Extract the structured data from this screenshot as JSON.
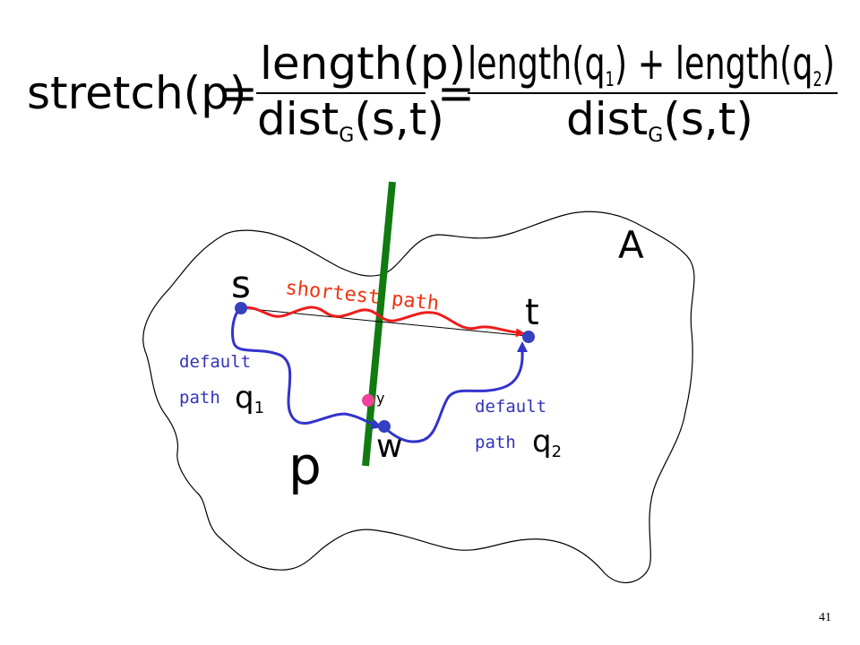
{
  "formula": {
    "lhs": "stretch(p)",
    "equals": "=",
    "frac1_num": "length(p)",
    "frac1_den_a": "dist",
    "frac1_den_sub": "G",
    "frac1_den_b": "(s,t)",
    "frac2_num_a": "length(q",
    "frac2_num_sub1": "1",
    "frac2_num_b": ") + length(q",
    "frac2_num_sub2": "2",
    "frac2_num_c": ")",
    "frac2_den_a": "dist",
    "frac2_den_sub": "G",
    "frac2_den_b": "(s,t)"
  },
  "diagram": {
    "region_label": "A",
    "node_s": "s",
    "node_t": "t",
    "node_w": "w",
    "node_y": "y",
    "path_label": "p",
    "shortest_label": "shortest path",
    "q1_line1": "default",
    "q1_line2": "path",
    "q1_var": "q",
    "q1_sub": "1",
    "q2_line1": "default",
    "q2_line2": "path",
    "q2_var": "q",
    "q2_sub": "2"
  },
  "colors": {
    "red_path": "#ee1c1c",
    "blue_path": "#3333cc",
    "node_blue": "#3340c0",
    "node_pink": "#ee4499",
    "green_line": "#117a11",
    "shortest_text": "#ee3311",
    "default_text": "#3333bb"
  },
  "page_number": "41"
}
